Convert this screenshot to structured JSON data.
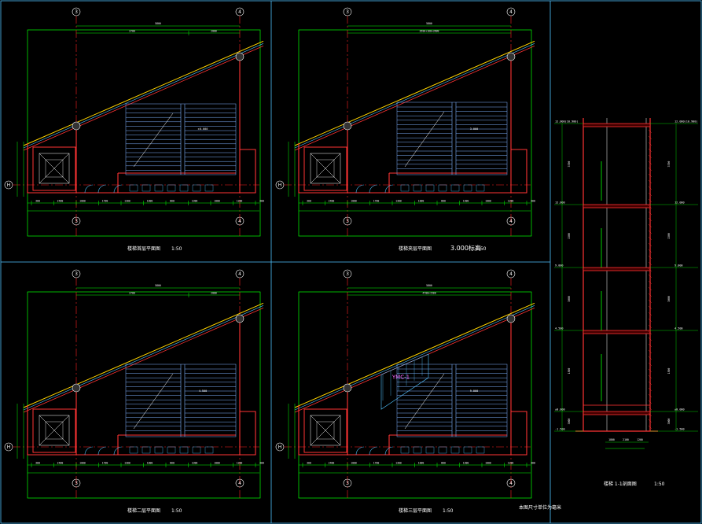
{
  "colors": {
    "background": "#000000",
    "wall": "#ff3333",
    "dim_line": "#00ff00",
    "stair": "#7fb2ff",
    "roof_cyan": "#4fc3ff",
    "roof_yellow": "#ffd400",
    "axis": "#ff2020",
    "text": "#ffffff",
    "border": "#4fc3ff",
    "accent": "#ff66ff"
  },
  "axes": {
    "left": "3",
    "right": "4",
    "row": "H"
  },
  "panels": [
    {
      "id": "p1",
      "title": "楼梯首层平面图",
      "scale": "1:50",
      "extra": "",
      "dims_top": [
        "5800",
        "3700",
        "2000"
      ],
      "dims_bottom": [
        "300",
        "2400",
        "1000",
        "1700",
        "1300",
        "1000",
        "800",
        "1300",
        "1000",
        "1200",
        "300"
      ],
      "elevation": "±0.000",
      "door_label": "",
      "roof": "single"
    },
    {
      "id": "p2",
      "title": "楼梯夹层平面图",
      "scale": "1:50",
      "extra": "3.000标高",
      "dims_top": [
        "5800",
        "3500+100=3600"
      ],
      "dims_bottom": [
        "300",
        "2400",
        "1000",
        "1700",
        "1300",
        "1000",
        "800",
        "1300",
        "1000",
        "1200",
        "300"
      ],
      "elevation": "3.000",
      "door_label": "",
      "roof": "single"
    },
    {
      "id": "p3",
      "title": "楼梯二层平面图",
      "scale": "1:50",
      "extra": "",
      "dims_top": [
        "5800",
        "3700",
        "2000"
      ],
      "dims_bottom": [
        "300",
        "2400",
        "1000",
        "1700",
        "1300",
        "1000",
        "800",
        "1300",
        "1000",
        "1200",
        "300"
      ],
      "elevation": "4.500",
      "door_label": "",
      "roof": "single"
    },
    {
      "id": "p4",
      "title": "楼梯三层平面图",
      "scale": "1:50",
      "extra": "",
      "dims_top": [
        "5800",
        "4700+1500"
      ],
      "dims_bottom": [
        "300",
        "2400",
        "1000",
        "1700",
        "1300",
        "1000",
        "800",
        "1300",
        "1000",
        "1200",
        "300"
      ],
      "elevation": "9.000",
      "door_label": "YMC-1",
      "roof": "glass"
    }
  ],
  "section": {
    "title": "楼梯 1-1剖面图",
    "scale": "1:50",
    "levels_left": [
      "12.000(10.900)",
      "12.000",
      "9.000",
      "4.500",
      "±0.000",
      "-1.500"
    ],
    "levels_right": [
      "12.000(10.900)",
      "12.000",
      "9.000",
      "4.500",
      "±0.000",
      "-1.500"
    ],
    "dims_left": [
      "3700",
      "1300",
      "3000",
      "1500",
      "3000"
    ],
    "dims_right": [
      "3700",
      "1300",
      "3000",
      "1500",
      "3000"
    ],
    "dims_bottom": [
      "1800",
      "2100",
      "1200"
    ]
  },
  "note": "本图尺寸单位为毫米"
}
